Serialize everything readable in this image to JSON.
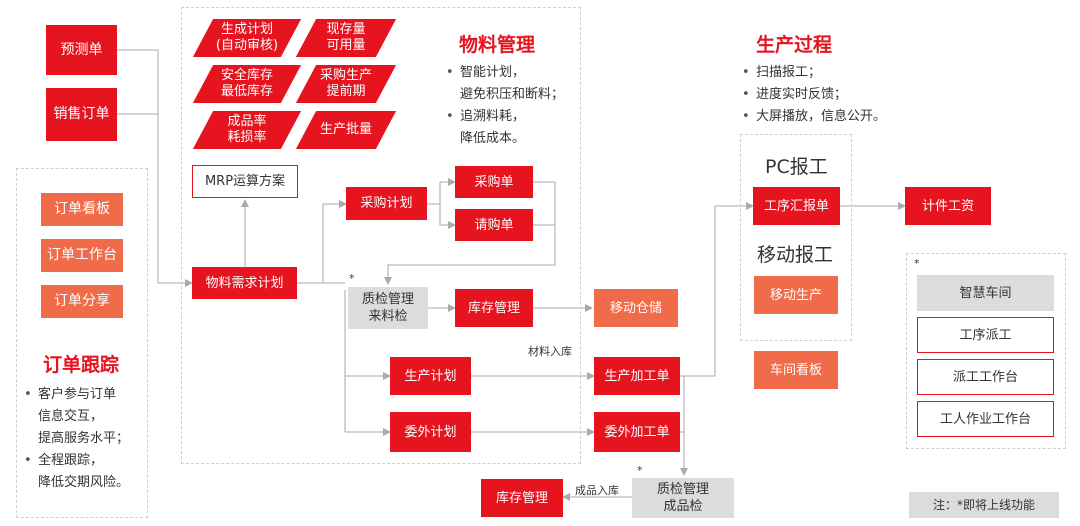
{
  "inputs": {
    "forecast": "预测单",
    "sales_order": "销售订单"
  },
  "order_tracking": {
    "items": [
      "订单看板",
      "订单工作台",
      "订单分享"
    ],
    "title": "订单跟踪",
    "bullets": [
      "客户参与订单\n信息交互，\n提高服务水平；",
      "全程跟踪，\n降低交期风险。"
    ]
  },
  "materials": {
    "title": "物料管理",
    "params": [
      "生成计划\n(自动审核)",
      "现存量\n可用量",
      "安全库存\n最低库存",
      "采购生产\n提前期",
      "成品率\n耗损率",
      "生产批量"
    ],
    "bullets": [
      "智能计划，\n避免积压和断料；",
      "追溯料耗，\n降低成本。"
    ],
    "mrp": "MRP运算方案",
    "requirement_plan": "物料需求计划",
    "purchase_plan": "采购计划",
    "purchase_order": "采购单",
    "request_order": "请购单",
    "qc_incoming": "质检管理\n来料检",
    "inventory": "库存管理",
    "mobile_storage": "移动仓储",
    "production_plan": "生产计划",
    "outsource_plan": "委外计划",
    "material_in": "材料入库",
    "production_order": "生产加工单",
    "outsource_order": "委外加工单"
  },
  "finished": {
    "qc_finished": "质检管理\n成品检",
    "label": "成品入库",
    "inventory": "库存管理"
  },
  "production": {
    "title": "生产过程",
    "bullets": [
      "扫描报工；",
      "进度实时反馈；",
      "大屏播放，信息公开。"
    ],
    "pc_report": "PC报工",
    "process_report": "工序汇报单",
    "mobile_report": "移动报工",
    "mobile_production": "移动生产",
    "workshop_board": "车间看板",
    "piece_wage": "计件工资"
  },
  "smart_workshop": {
    "items": [
      "智慧车间",
      "工序派工",
      "派工工作台",
      "工人作业工作台"
    ]
  },
  "star": "*",
  "note": "注：*即将上线功能",
  "colors": {
    "red": "#e5141f",
    "orange": "#ef6b4a",
    "gray": "#dcdcdc"
  }
}
